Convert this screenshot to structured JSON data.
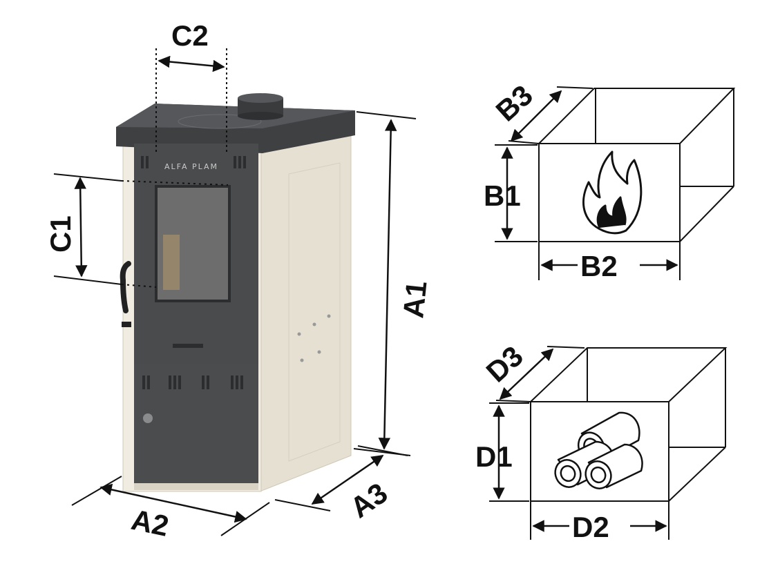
{
  "colors": {
    "ink": "#111111",
    "stove_body": "#f1ece1",
    "stove_body_shade": "#e3ddd0",
    "stove_dark": "#4a4b4d",
    "stove_top": "#3f4042",
    "glass": "#6d6d6d"
  },
  "stove": {
    "brand": "ALFA PLAM",
    "labels": {
      "a1": "A1",
      "a2": "A2",
      "a3": "A3",
      "c1": "C1",
      "c2": "C2"
    }
  },
  "firebox": {
    "icon": "flame-icon",
    "labels": {
      "b1": "B1",
      "b2": "B2",
      "b3": "B3"
    }
  },
  "wood_compartment": {
    "icon": "firewood-logs-icon",
    "labels": {
      "d1": "D1",
      "d2": "D2",
      "d3": "D3"
    }
  }
}
